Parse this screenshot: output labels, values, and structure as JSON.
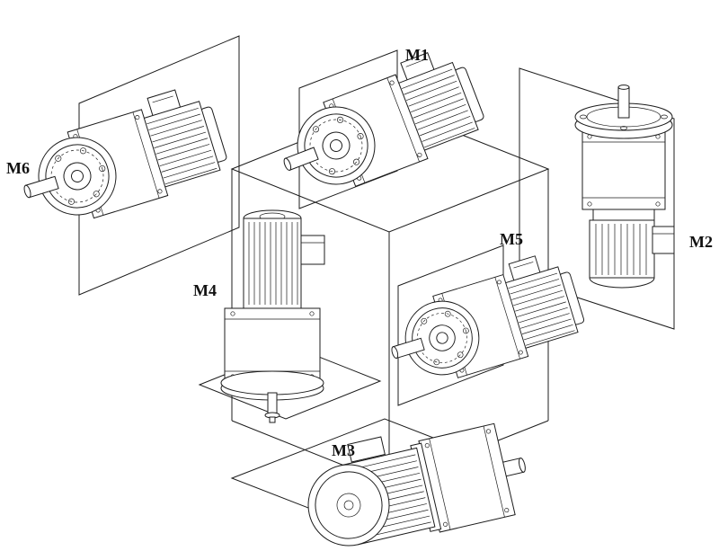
{
  "figure": {
    "background": "#ffffff",
    "line_color": "#1c1c1c",
    "labels": {
      "m1": "M1",
      "m2": "M2",
      "m3": "M3",
      "m4": "M4",
      "m5": "M5",
      "m6": "M6"
    }
  }
}
